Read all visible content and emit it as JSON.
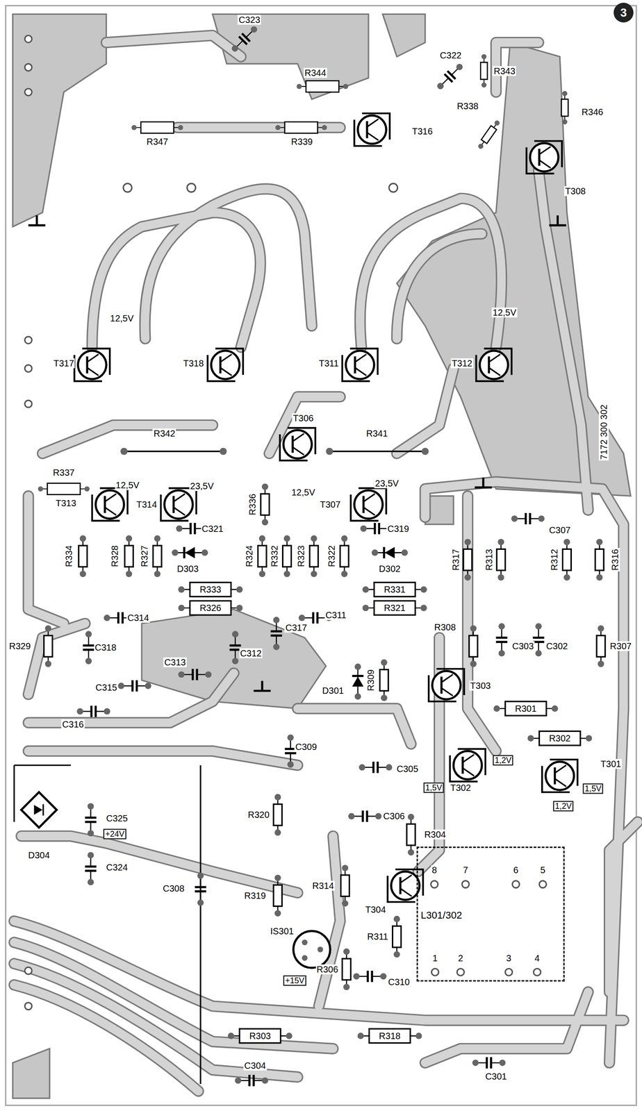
{
  "diagram": {
    "nodes": [
      {
        "text": [
          "3"
        ]
      },
      {
        "text": [
          "L301/302"
        ]
      }
    ],
    "labels": [
      "C323",
      "R344",
      "C322",
      "R343",
      "R347",
      "R339",
      "T316",
      "R338",
      "R346",
      "T308",
      "12,5V",
      "12,5V",
      "T317",
      "T318",
      "T311",
      "T312",
      "7172 300 302",
      "T306",
      "R342",
      "R341",
      "R337",
      "12,5V",
      "23,5V",
      "R336",
      "23,5V",
      "12,5V",
      "T313",
      "T314",
      "T307",
      "C321",
      "C319",
      "C307",
      "R334",
      "R328",
      "R327",
      "D303",
      "R324",
      "R332",
      "R323",
      "R322",
      "D302",
      "R317",
      "R313",
      "R312",
      "R316",
      "R333",
      "R331",
      "R326",
      "R321",
      "C314",
      "C311",
      "C317",
      "R329",
      "C318",
      "C312",
      "C313",
      "R308",
      "C303",
      "C302",
      "R307",
      "D301",
      "R309",
      "T303",
      "R301",
      "C315",
      "C316",
      "C309",
      "C305",
      "R302",
      "1,2V",
      "T301",
      "T302",
      "1,5V",
      "1,5V",
      "1,2V",
      "C325",
      "+24V",
      "R320",
      "C306",
      "R304",
      "D304",
      "C324",
      "8",
      "7",
      "6",
      "5",
      "C308",
      "R319",
      "R314",
      "T304",
      "IS301",
      "R311",
      "R306",
      "C310",
      "+15V",
      "1",
      "2",
      "3",
      "4",
      "R303",
      "R318",
      "C304",
      "C301"
    ]
  }
}
